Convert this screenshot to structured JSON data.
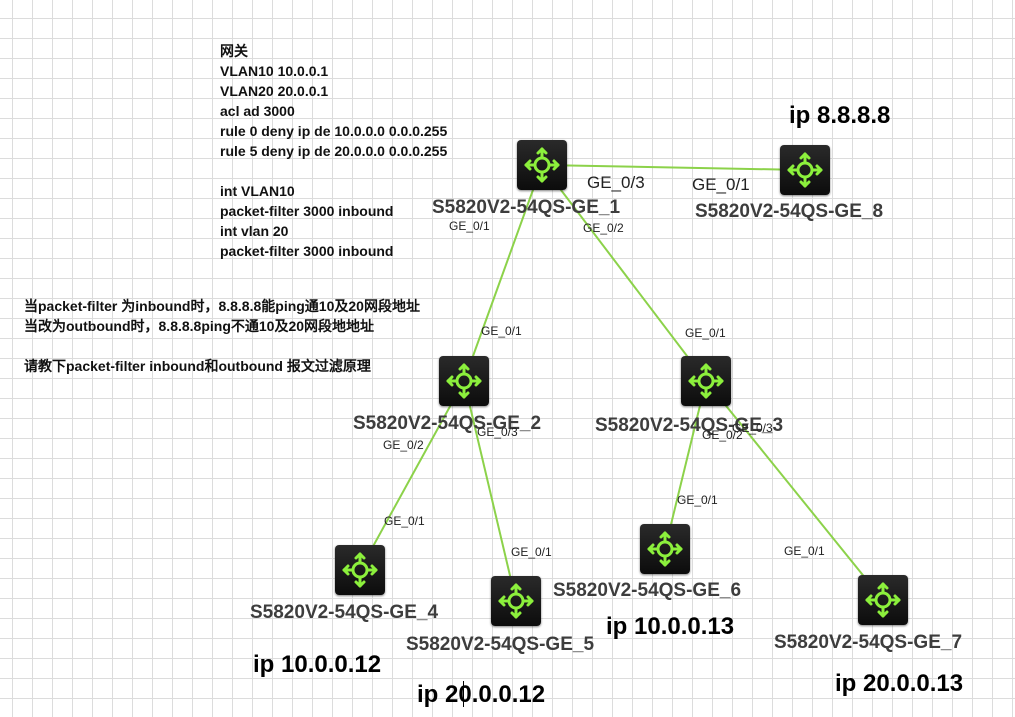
{
  "config_note": [
    "网关",
    "VLAN10 10.0.0.1",
    "VLAN20 20.0.0.1",
    "acl ad 3000",
    "rule 0 deny ip de 10.0.0.0 0.0.0.255",
    "rule 5 deny ip de 20.0.0.0 0.0.0.255",
    "",
    "int VLAN10",
    "packet-filter 3000 inbound",
    "int vlan 20",
    "packet-filter 3000 inbound"
  ],
  "question_note": [
    "当packet-filter 为inbound时，8.8.8.8能ping通10及20网段地址",
    "当改为outbound时，8.8.8.8ping不通10及20网段地地址",
    "",
    "请教下packet-filter inbound和outbound 报文过滤原理"
  ],
  "colors": {
    "link": "#8cd24a",
    "device_body": "#1a1a1a",
    "device_icon": "#8cf03c",
    "label": "#3d3d3d"
  },
  "device_icon": "switch-router-icon",
  "devices": [
    {
      "id": "ge1",
      "label": "S5820V2-54QS-GE_1"
    },
    {
      "id": "ge8",
      "label": "S5820V2-54QS-GE_8"
    },
    {
      "id": "ge2",
      "label": "S5820V2-54QS-GE_2"
    },
    {
      "id": "ge3",
      "label": "S5820V2-54QS-GE_3"
    },
    {
      "id": "ge4",
      "label": "S5820V2-54QS-GE_4"
    },
    {
      "id": "ge5",
      "label": "S5820V2-54QS-GE_5"
    },
    {
      "id": "ge6",
      "label": "S5820V2-54QS-GE_6"
    },
    {
      "id": "ge7",
      "label": "S5820V2-54QS-GE_7"
    }
  ],
  "ports": {
    "ge1_ge8_a": "GE_0/3",
    "ge1_ge8_b": "GE_0/1",
    "ge1_ge2_a": "GE_0/1",
    "ge1_ge2_b": "GE_0/1",
    "ge1_ge3_a": "GE_0/2",
    "ge1_ge3_b": "GE_0/1",
    "ge2_ge4_a": "GE_0/2",
    "ge2_ge4_b": "GE_0/1",
    "ge2_ge5_a": "GE_0/3",
    "ge2_ge5_b": "GE_0/1",
    "ge3_ge6_a": "GE_0/2",
    "ge3_ge6_b": "GE_0/1",
    "ge3_ge7_a": "GE_0/3",
    "ge3_ge7_b": "GE_0/1"
  },
  "ips": {
    "ge8": "ip 8.8.8.8",
    "ge4": "ip 10.0.0.12",
    "ge5": "ip 20.0.0.12",
    "ge6": "ip 10.0.0.13",
    "ge7": "ip 20.0.0.13"
  }
}
